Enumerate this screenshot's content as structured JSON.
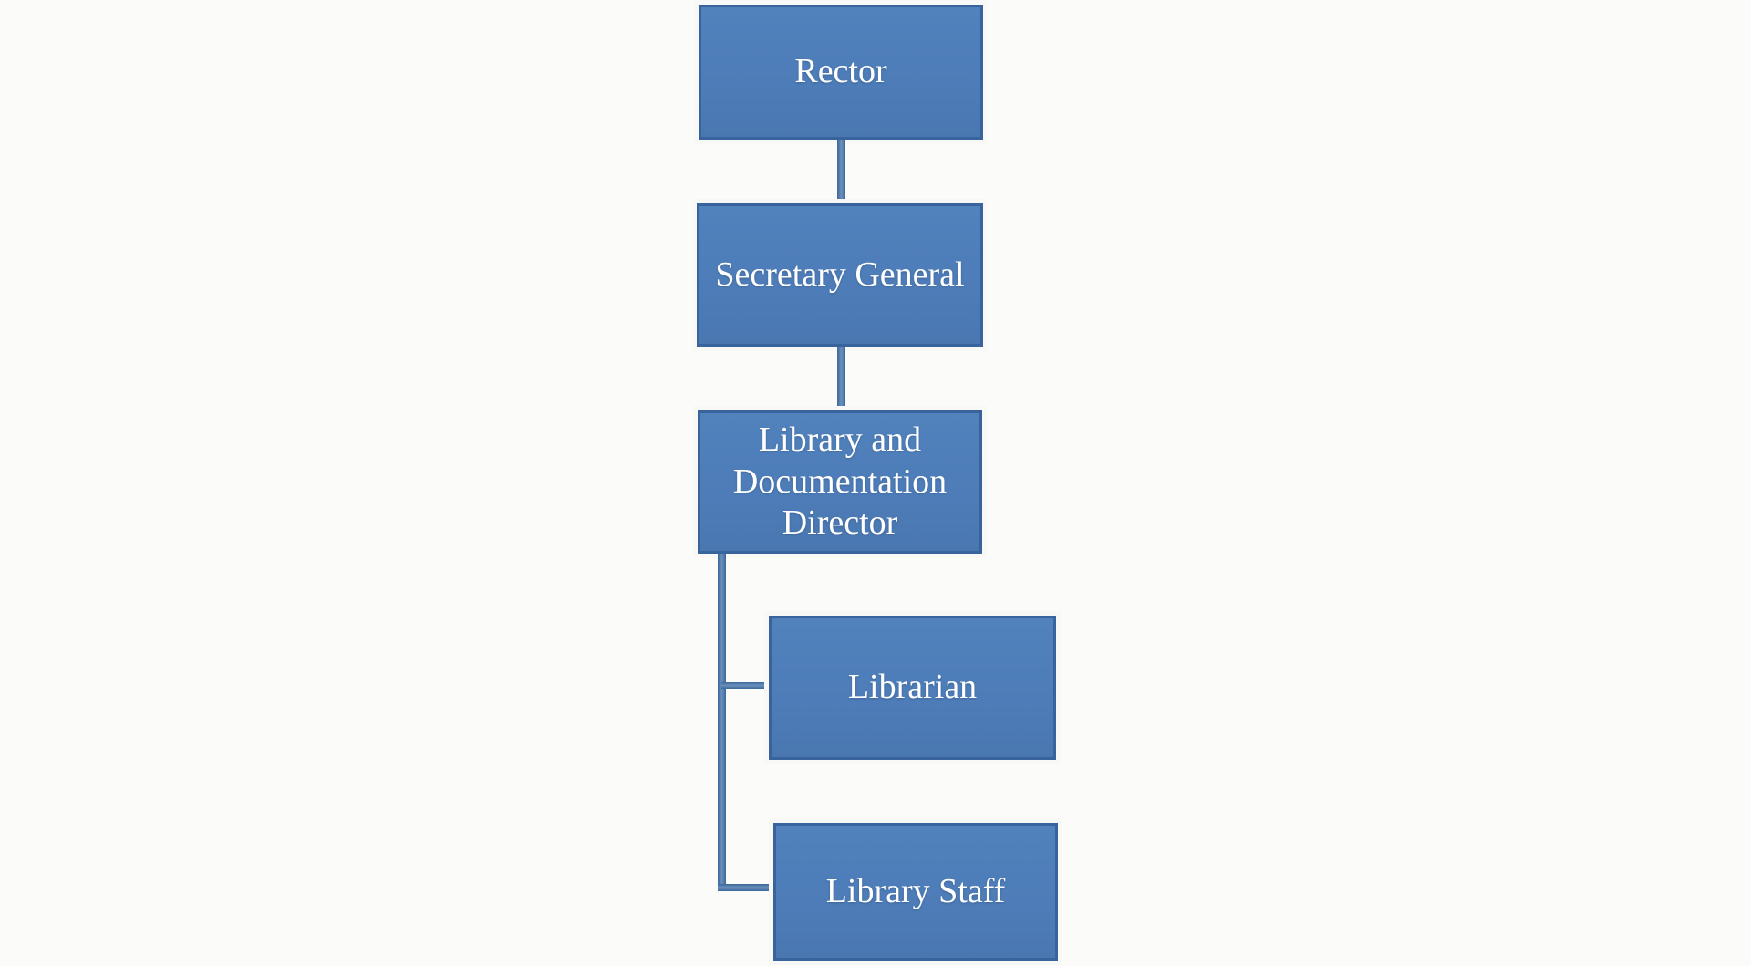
{
  "diagram": {
    "type": "org-chart",
    "nodes": {
      "rector": {
        "label": "Rector"
      },
      "secretary_general": {
        "label": "Secretary General"
      },
      "library_director": {
        "label": "Library and Documentation Director"
      },
      "librarian": {
        "label": "Librarian"
      },
      "library_staff": {
        "label": "Library Staff"
      }
    },
    "edges": [
      {
        "parent": "Rector",
        "child": "Secretary General"
      },
      {
        "parent": "Secretary General",
        "child": "Library and Documentation Director"
      },
      {
        "parent": "Library and Documentation Director",
        "child": "Librarian"
      },
      {
        "parent": "Library and Documentation Director",
        "child": "Library Staff"
      }
    ],
    "colors": {
      "background": "#fbfbfa",
      "node_fill": "#4d7cb8",
      "node_fill_top": "#5182bc",
      "node_fill_bottom": "#4a77b0",
      "node_border": "#38639c",
      "node_halo": "#f8f8f6",
      "node_text": "#ffffff",
      "connector": "#44719e"
    }
  }
}
